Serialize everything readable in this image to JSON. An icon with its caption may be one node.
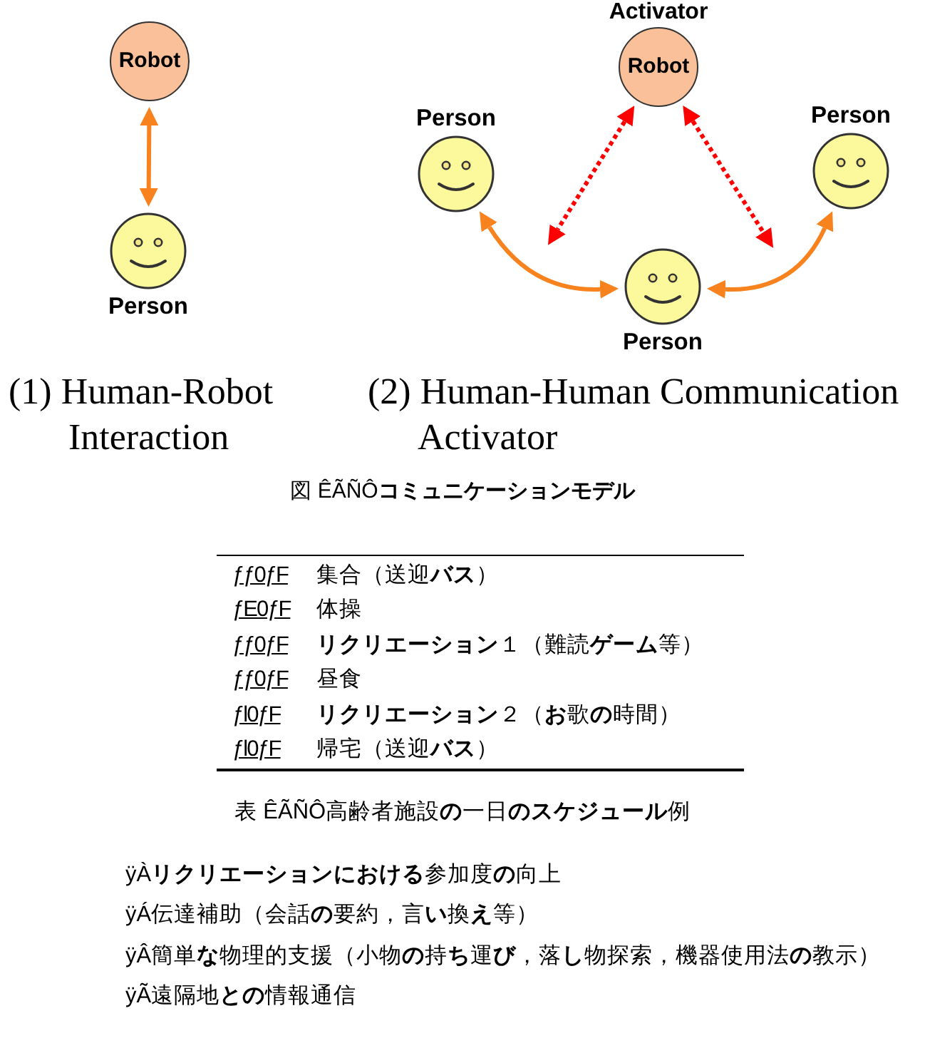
{
  "diagram": {
    "caption": "図 ÊÃÑÔ**コミュニケーションモデル**",
    "nodes": [
      {
        "text": [
          "Robot"
        ]
      },
      {
        "text": [
          "Person"
        ]
      },
      {
        "text": [
          "Activator",
          "Robot"
        ]
      },
      {
        "text": [
          "Person"
        ]
      },
      {
        "text": [
          "Person"
        ]
      },
      {
        "text": [
          "Person"
        ]
      }
    ],
    "edges": [
      {
        "from": 0,
        "to": 1,
        "arrow": "both"
      },
      {
        "from": 2,
        "to": null,
        "arrow": "both",
        "style": "dashed",
        "color": "#ff0000"
      },
      {
        "from": 2,
        "to": null,
        "arrow": "both",
        "style": "dashed",
        "color": "#ff0000"
      },
      {
        "from": 3,
        "to": 5,
        "arrow": "both"
      },
      {
        "from": 5,
        "to": 4,
        "arrow": "both"
      }
    ],
    "labels": [
      "(1) Human-Robot Interaction",
      "(2) Human-Human Communication Activator",
      "ƒƒ0ƒF",
      "集合（送迎**バス**）",
      "ƒE0ƒF",
      "体操",
      "ƒƒ0ƒF",
      "**リクリエーション**１（難読**ゲーム**等）",
      "ƒƒ0ƒF",
      "昼食",
      "ƒl0ƒF",
      "**リクリエーション**２（**お**歌**の**時間）",
      "ƒl0ƒF",
      "帰宅（送迎**バス**）",
      "表 ÊÃÑÔ高齢者施設**の**一日**のスケジュール**例",
      "ÿÀ**リクリエーションにおける**参加度**の**向上",
      "ÿÁ伝達補助（会話**の**要約，言**い**換**え**等）",
      "ÿÂ簡単**な**物理的支援（小物**の**持**ち**運**び**，落**し**物探索，機器使用法**の**教示）",
      "ÿÃ遠隔地**との**情報通信"
    ]
  }
}
